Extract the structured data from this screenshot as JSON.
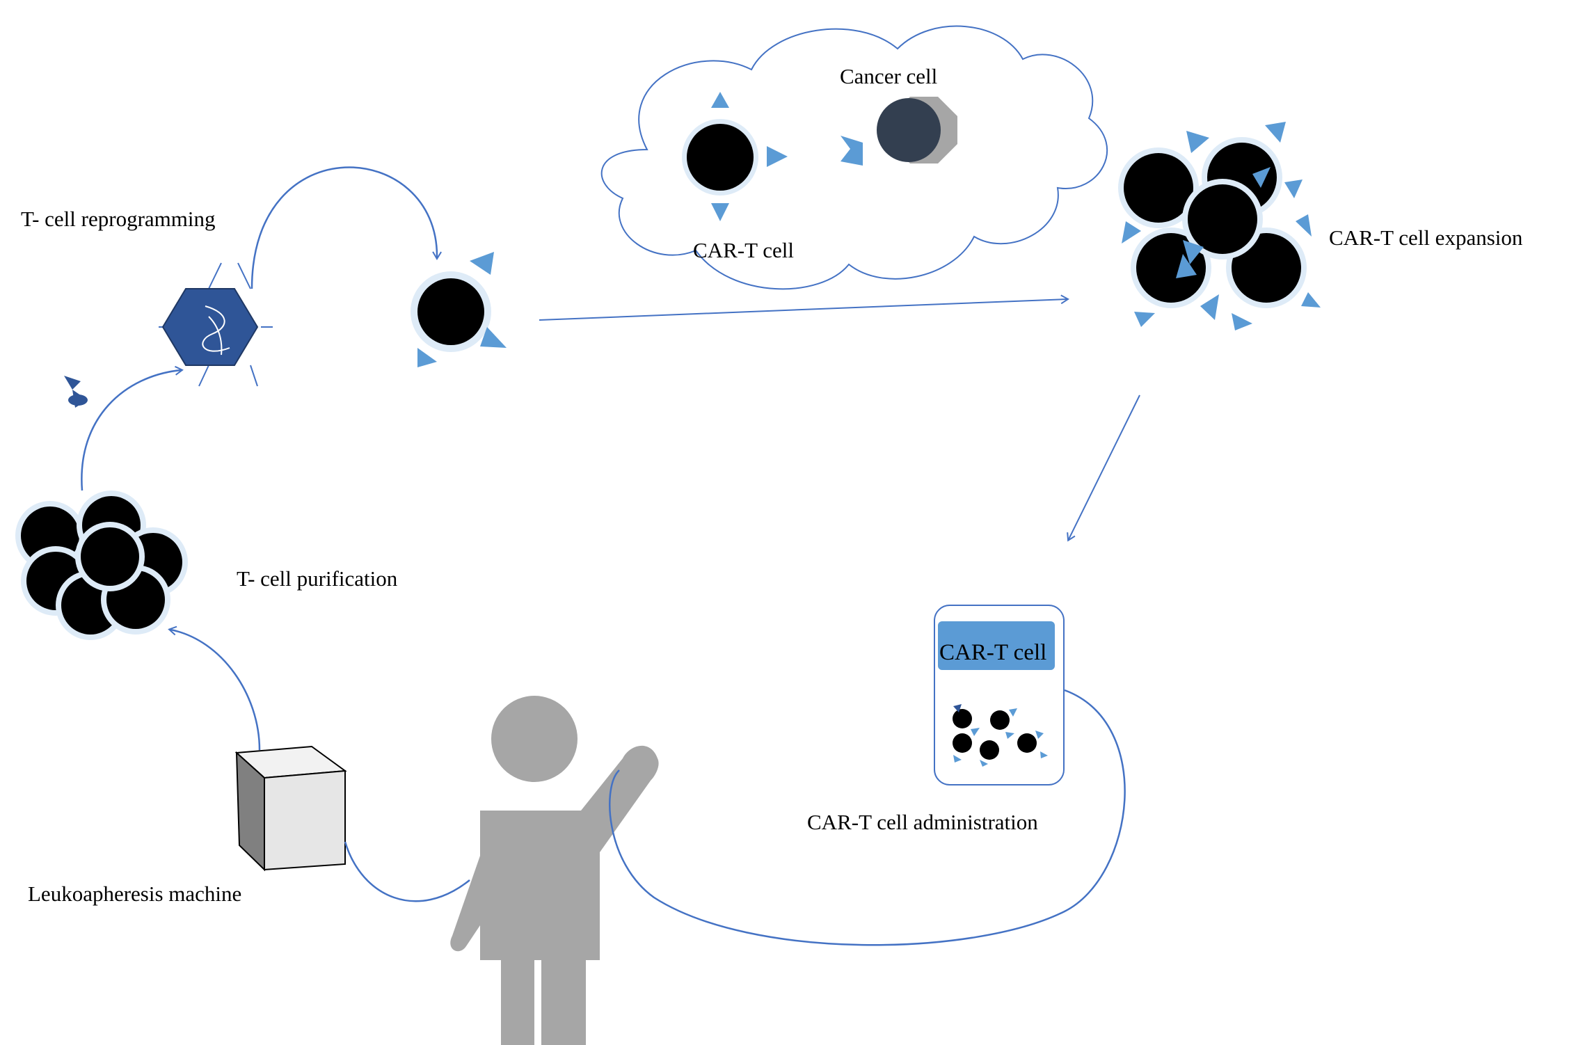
{
  "labels": {
    "cancer_cell": "Cancer cell",
    "car_t_cell_cloud": "CAR-T cell",
    "t_cell_reprogramming": "T- cell reprogramming",
    "car_t_cell_expansion": "CAR-T cell expansion",
    "t_cell_purification": "T- cell purification",
    "bag_label": "CAR-T cell",
    "car_t_cell_administration": "CAR-T  cell administration",
    "leukoapheresis_machine": "Leukoapheresis machine"
  },
  "colors": {
    "arrow": "#4472c4",
    "receptor": "#5b9bd5",
    "cell_fill": "#000000",
    "cell_halo": "#deebf7",
    "vector": "#2f5597",
    "cancer_outer": "#a6a6a6",
    "cancer_inner": "#333f50",
    "person": "#a6a6a6",
    "bag_label_fill": "#5b9bd5",
    "cloud_stroke": "#4472c4"
  },
  "icons": [
    "cloud-icon",
    "car-t-cell-icon",
    "cancer-cell-icon",
    "viral-vector-icon",
    "dna-icon",
    "person-icon",
    "machine-cube-icon",
    "infusion-bag-icon"
  ]
}
